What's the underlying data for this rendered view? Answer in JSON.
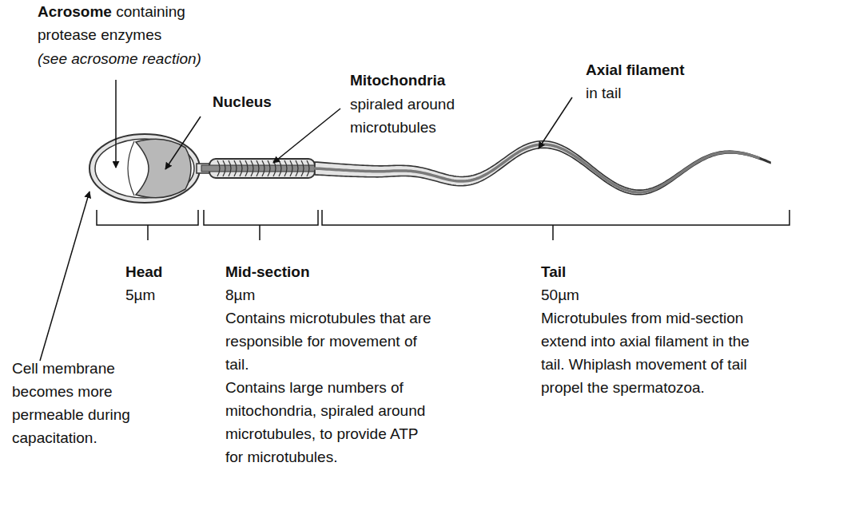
{
  "diagram": {
    "labels": [
      "Acrosome",
      "containing protease enzymes",
      "(see acrosome reaction)",
      "Nucleus",
      "Mitochondria",
      "spiraled around microtubules",
      "Axial filament",
      "in tail",
      "Head",
      "5µm",
      "Mid-section",
      "8µm",
      "Contains microtubules that are responsible for movement of tail.",
      "Contains large numbers of mitochondria, spiraled around microtubules, to provide ATP for microtubules.",
      "Tail",
      "50µm",
      "Microtubules from mid-section extend into axial filament in the tail. Whiplash movement of tail propel the spermatozoa.",
      "Cell membrane becomes more permeable during capacitation."
    ]
  }
}
